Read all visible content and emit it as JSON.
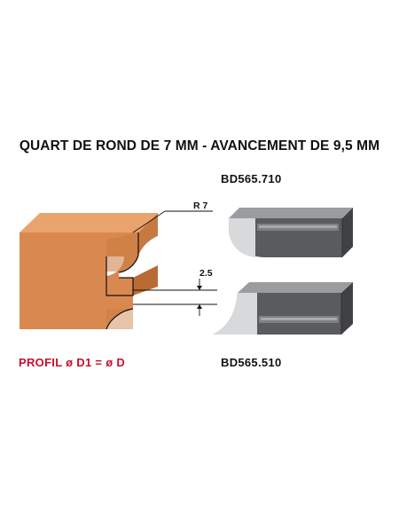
{
  "title": "QUART DE ROND DE 7 MM - AVANCEMENT DE 9,5 MM",
  "references": {
    "top": "BD565.710",
    "bottom": "BD565.510"
  },
  "profile_label": "PROFIL ø D1 = ø D",
  "radius_label": "R 7",
  "dimension_label": "2.5",
  "colors": {
    "wood_front": "#d9894f",
    "wood_top": "#e8a46c",
    "wood_side": "#b96b34",
    "cutter_dark": "#595b5e",
    "cutter_light": "#9a9c9f",
    "cutter_blade": "#d8d9db",
    "profil_text": "#c8102e"
  }
}
